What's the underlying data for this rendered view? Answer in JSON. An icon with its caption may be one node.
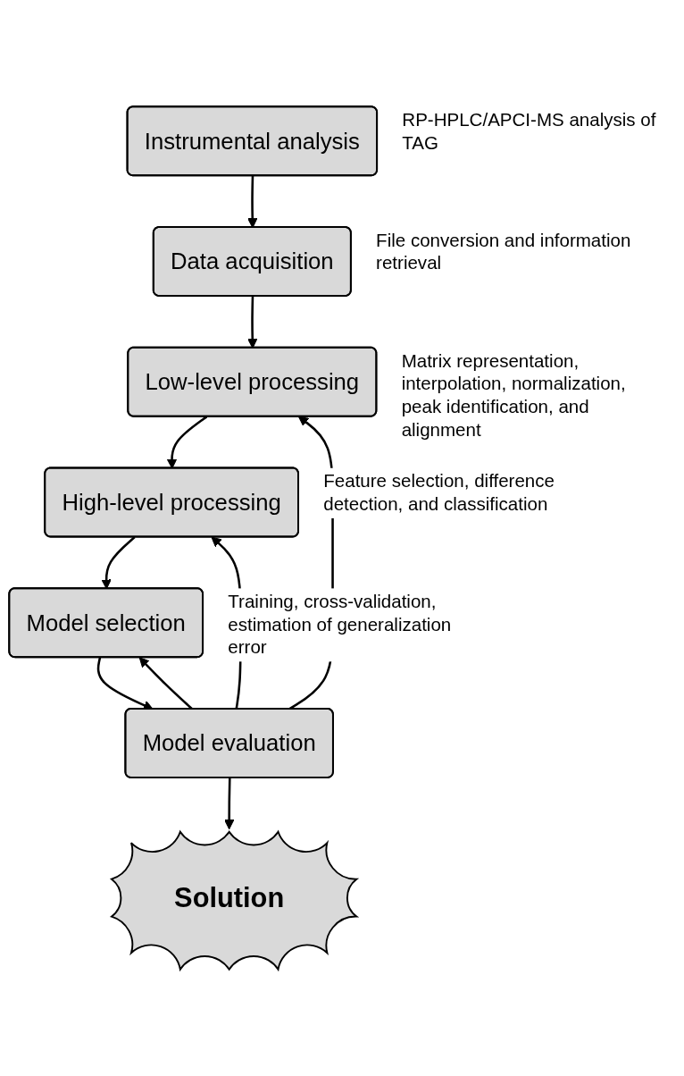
{
  "diagram": {
    "nodes": [
      {
        "text": [
          "Instrumental analysis"
        ],
        "beside": [
          "RP-HPLC/APCI-MS analysis of TAG"
        ]
      },
      {
        "text": [
          "Data acquisition"
        ],
        "beside": [
          "File conversion and information retrieval"
        ]
      },
      {
        "text": [
          "Low-level processing"
        ],
        "beside": [
          "Matrix representation, interpolation, normalization, peak identification, and alignment"
        ]
      },
      {
        "text": [
          "High-level processing"
        ],
        "beside": [
          "Feature selection, difference detection, and classification"
        ]
      },
      {
        "text": [
          "Model selection"
        ],
        "beside": [
          "Training, cross-validation, estimation of generalization error"
        ]
      },
      {
        "text": [
          "Model evaluation"
        ]
      },
      {
        "text": [
          "Solution"
        ]
      }
    ],
    "edges": [
      {
        "from": 0,
        "to": 1,
        "arrow": "to"
      },
      {
        "from": 1,
        "to": 2,
        "arrow": "to"
      },
      {
        "from": 2,
        "to": 3,
        "arrow": "to"
      },
      {
        "from": 3,
        "to": 4,
        "arrow": "to"
      },
      {
        "from": 4,
        "to": 5,
        "arrow": "to"
      },
      {
        "from": 5,
        "to": 6,
        "arrow": "to"
      },
      {
        "from": 5,
        "to": 2,
        "arrow": "to"
      },
      {
        "from": 5,
        "to": 3,
        "arrow": "to"
      },
      {
        "from": 5,
        "to": 4,
        "arrow": "to"
      }
    ]
  }
}
